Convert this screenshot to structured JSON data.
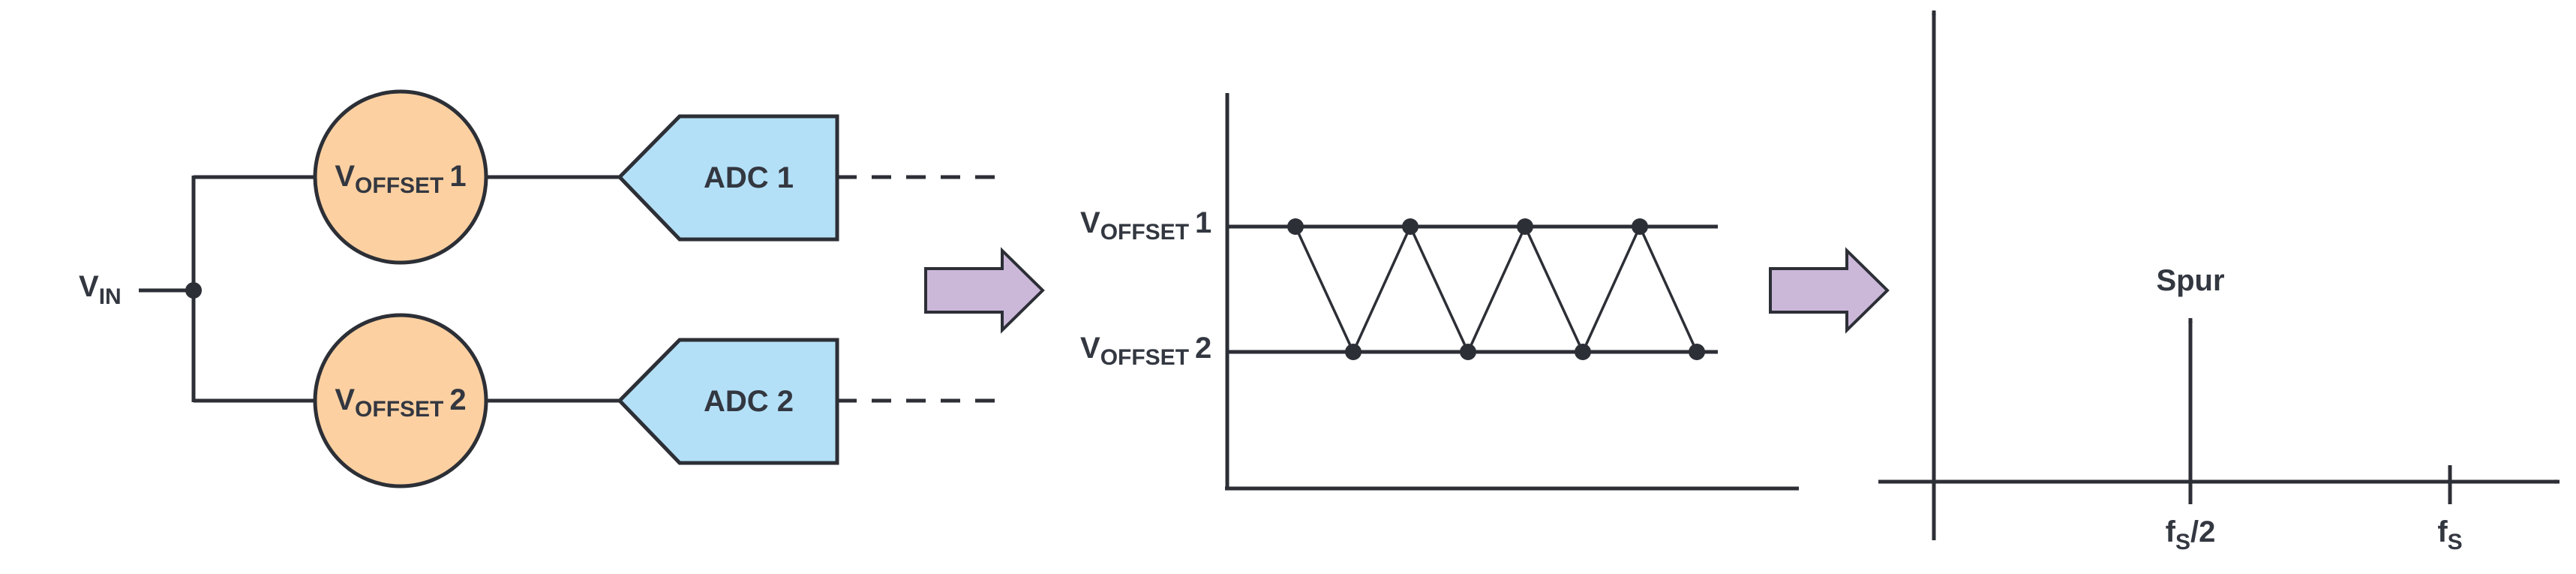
{
  "circuit": {
    "input": {
      "main": "V",
      "sub": "IN"
    },
    "offset1": {
      "main": "V",
      "sub": "OFFSET",
      "num": "1"
    },
    "offset2": {
      "main": "V",
      "sub": "OFFSET",
      "num": "2"
    },
    "adc1_label": "ADC 1",
    "adc2_label": "ADC 2"
  },
  "waveform": {
    "level1": {
      "main": "V",
      "sub": "OFFSET",
      "num": "1"
    },
    "level2": {
      "main": "V",
      "sub": "OFFSET",
      "num": "2"
    }
  },
  "spectrum": {
    "spur_label": "Spur",
    "tick_half": {
      "main": "f",
      "sub": "S",
      "suffix": "/2"
    },
    "tick_full": {
      "main": "f",
      "sub": "S"
    }
  },
  "colors": {
    "line": "#2c2f36",
    "text": "#333740",
    "offset_fill": "#fcd0a1",
    "adc_fill": "#b3e0f7",
    "arrow_fill": "#cbb8d9"
  }
}
